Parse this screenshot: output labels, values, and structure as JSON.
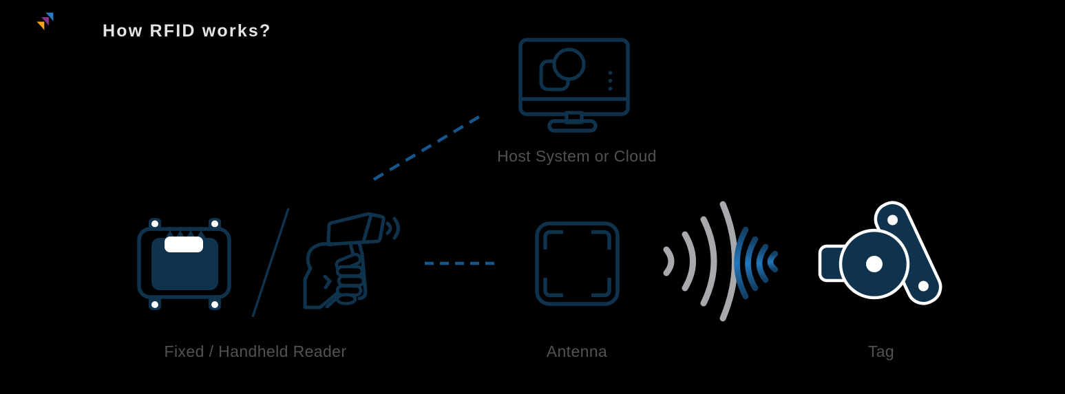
{
  "title": "How RFID works?",
  "labels": {
    "host": "Host System or Cloud",
    "reader": "Fixed / Handheld Reader",
    "antenna": "Antenna",
    "tag": "Tag"
  },
  "icons": [
    "logo-icon",
    "monitor-icon",
    "fixed-reader-icon",
    "handheld-reader-icon",
    "antenna-icon",
    "radio-waves-icon",
    "tag-icon"
  ],
  "connections": [
    {
      "from": "reader",
      "to": "host",
      "style": "dashed-line"
    },
    {
      "from": "reader",
      "to": "antenna",
      "style": "dashed-line"
    },
    {
      "from": "antenna",
      "to": "tag",
      "style": "radio-waves"
    }
  ],
  "colors": {
    "background": "#000000",
    "navy": "#0f334d",
    "dash_blue": "#15568c",
    "wave_gray": "#a7a9ac",
    "wave_blue": "#2478bd",
    "wave_blue_edge": "#123f63",
    "label_gray": "#515254",
    "title_gray": "#e4e4e4",
    "white": "#ffffff",
    "logo_blue": "#2e7ac0",
    "logo_purple": "#8b2f8f",
    "logo_orange": "#f6a21e"
  }
}
